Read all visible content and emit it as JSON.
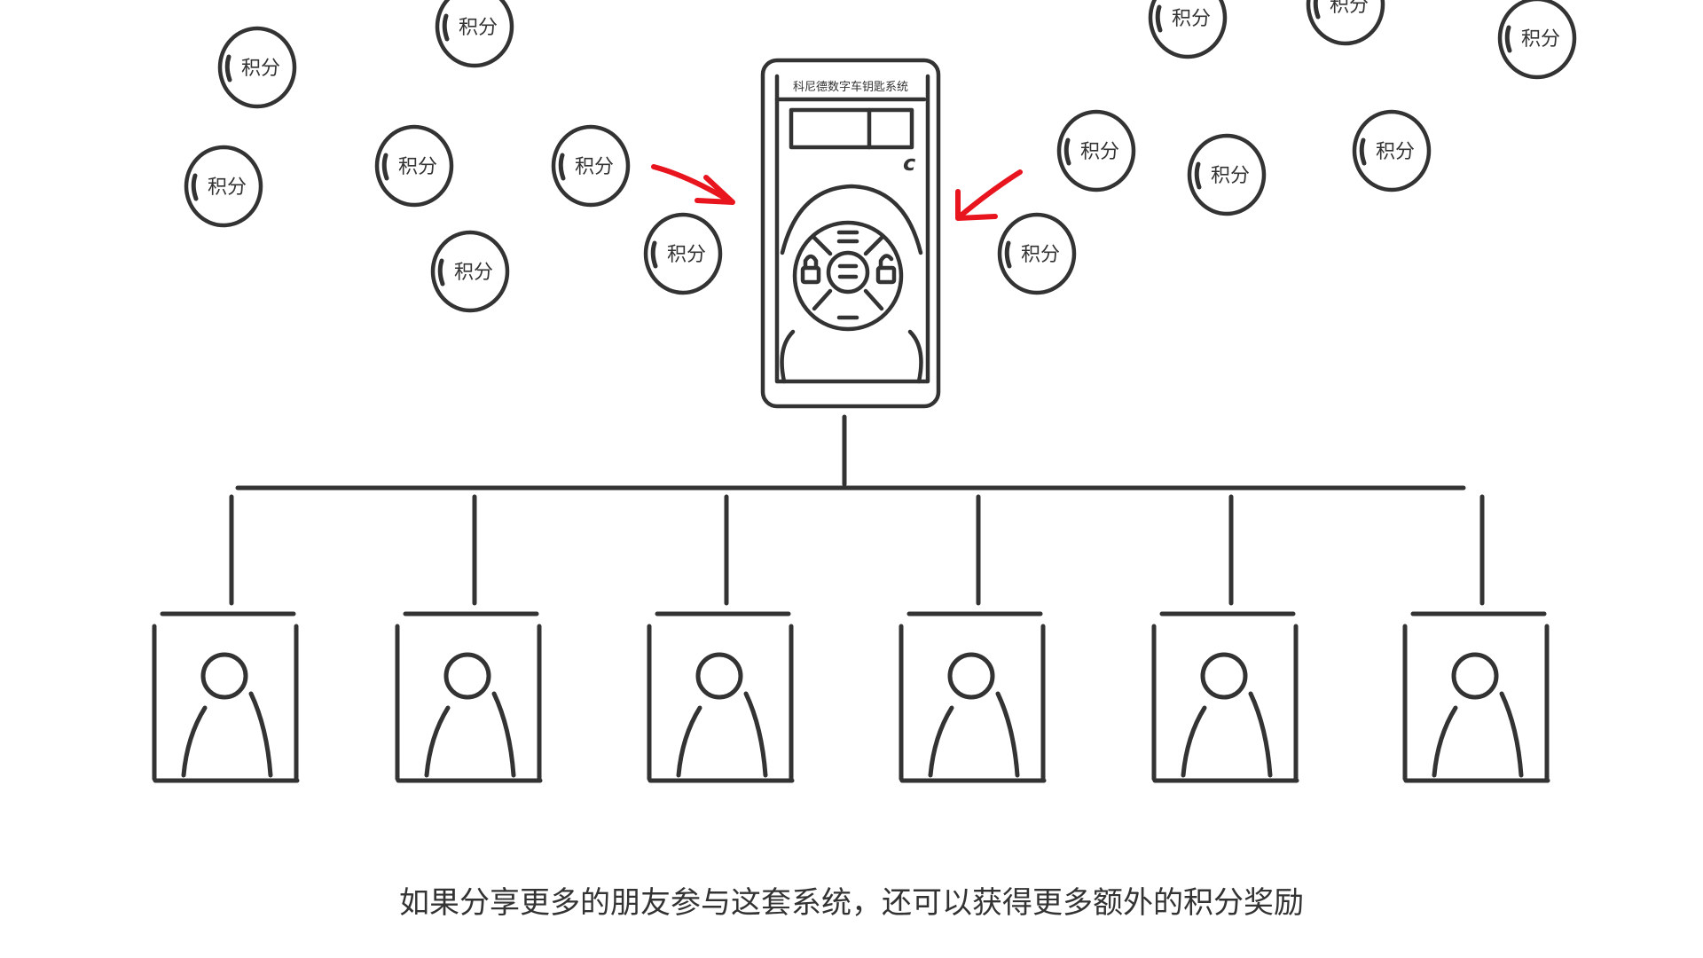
{
  "coin_label": "积分",
  "phone": {
    "title": "科尼德数字车钥匙系统",
    "c_mark": "c"
  },
  "caption": "如果分享更多的朋友参与这套系统，还可以获得更多额外的积分奖励",
  "colors": {
    "ink": "#333333",
    "arrow": "#e8141e",
    "background": "#ffffff"
  },
  "icons": [
    "coin-icon",
    "phone-icon",
    "car-key-icon",
    "lock-icon",
    "unlock-icon",
    "person-icon",
    "arrow-icon"
  ]
}
